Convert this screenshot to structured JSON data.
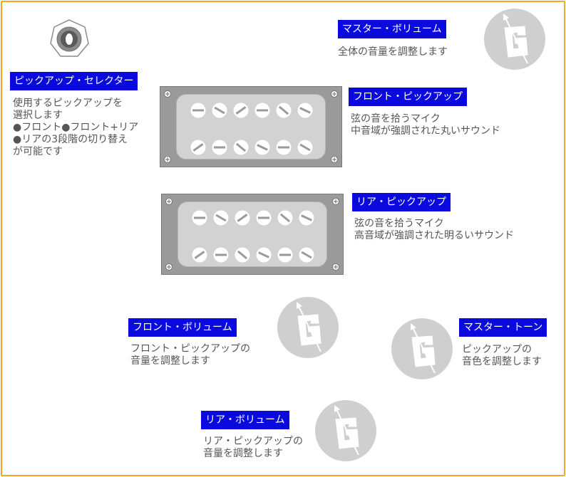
{
  "frame": {
    "border_color": "#f5a623"
  },
  "label_color": "#0a0adf",
  "selector": {
    "icon": "pickup-selector-switch-icon",
    "title": "ピックアップ・セレクター",
    "lines": [
      "使用するピックアップを",
      "選択します",
      "●フロント●フロント+リア",
      "●リアの3段階の切り替え",
      "が可能です"
    ]
  },
  "front_pickup": {
    "icon": "humbucker-pickup-icon",
    "title": "フロント・ピックアップ",
    "lines": [
      "弦の音を拾うマイク",
      "中音域が強調された丸いサウンド"
    ]
  },
  "rear_pickup": {
    "icon": "humbucker-pickup-icon",
    "title": "リア・ピックアップ",
    "lines": [
      "弦の音を拾うマイク",
      "高音域が強調された明るいサウンド"
    ]
  },
  "master_volume": {
    "icon": "control-knob-icon",
    "title": "マスター・ボリューム",
    "lines": [
      "全体の音量を調整します"
    ]
  },
  "front_volume": {
    "icon": "control-knob-icon",
    "title": "フロント・ボリューム",
    "lines": [
      "フロント・ピックアップの",
      "音量を調整します"
    ]
  },
  "master_tone": {
    "icon": "control-knob-icon",
    "title": "マスター・トーン",
    "lines": [
      "ピックアップの",
      "音色を調整します"
    ]
  },
  "rear_volume": {
    "icon": "control-knob-icon",
    "title": "リア・ボリューム",
    "lines": [
      "リア・ピックアップの",
      "音量を調整します"
    ]
  }
}
